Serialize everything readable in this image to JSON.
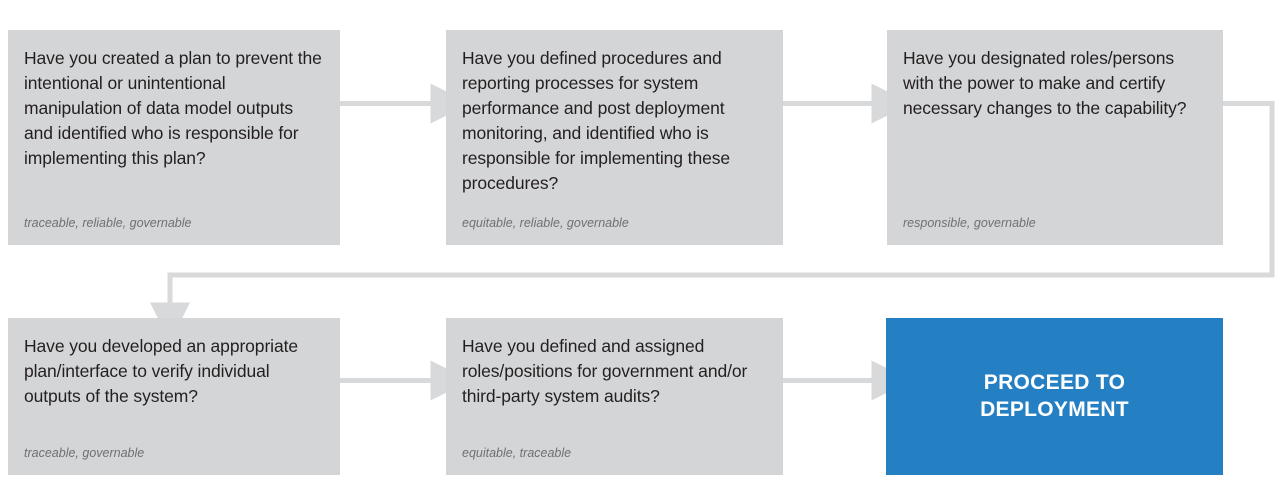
{
  "diagram": {
    "title": "AI deployment readiness checklist flow",
    "colors": {
      "box_fill": "#d4d5d7",
      "terminal_fill": "#2580c3",
      "terminal_text": "#ffffff",
      "question_text": "#231f20",
      "tag_text": "#6f7072",
      "connector": "#d8d9db",
      "background": "#ffffff"
    },
    "steps": [
      {
        "id": "step-1",
        "question": "Have you created a plan to prevent the intentional or unintentional manipulation of data model outputs and identified who is responsible for implementing this plan?",
        "tags": "traceable, reliable, governable"
      },
      {
        "id": "step-2",
        "question": "Have you defined procedures and reporting processes for system performance and post deployment monitoring, and identified who is responsible for implementing these procedures?",
        "tags": "equitable, reliable, governable"
      },
      {
        "id": "step-3",
        "question": "Have you designated roles/persons with the power to make and certify necessary changes to the capability?",
        "tags": "responsible, governable"
      },
      {
        "id": "step-4",
        "question": "Have you developed an appropriate plan/interface to verify individual outputs of the system?",
        "tags": "traceable, governable"
      },
      {
        "id": "step-5",
        "question": "Have you defined and assigned roles/positions for government and/or third-party system audits?",
        "tags": "equitable, traceable"
      }
    ],
    "terminal": {
      "id": "terminal-proceed",
      "line_1": "PROCEED TO",
      "line_2": "DEPLOYMENT"
    },
    "connectors": [
      {
        "name": "arrow-step1-to-step2",
        "type": "straight-right"
      },
      {
        "name": "arrow-step2-to-step3",
        "type": "straight-right"
      },
      {
        "name": "arrow-step3-to-step4",
        "type": "wrap-around-down"
      },
      {
        "name": "arrow-step4-to-step5",
        "type": "straight-right"
      },
      {
        "name": "arrow-step5-to-terminal",
        "type": "straight-right"
      }
    ]
  }
}
